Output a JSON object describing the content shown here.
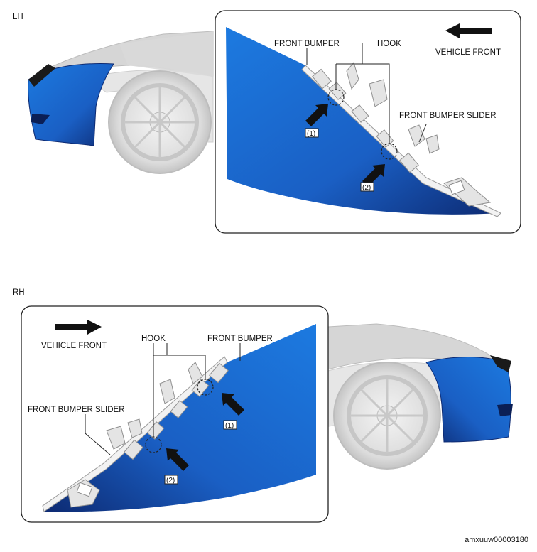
{
  "lh": {
    "section_label": "LH",
    "front_bumper": "FRONT BUMPER",
    "hook": "HOOK",
    "vehicle_front": "VEHICLE FRONT",
    "front_bumper_slider": "FRONT BUMPER SLIDER",
    "callout_1": "(1)",
    "callout_2": "(2)"
  },
  "rh": {
    "section_label": "RH",
    "front_bumper": "FRONT BUMPER",
    "hook": "HOOK",
    "vehicle_front": "VEHICLE FRONT",
    "front_bumper_slider": "FRONT BUMPER SLIDER",
    "callout_1": "(1)",
    "callout_2": "(2)"
  },
  "figure_id": "amxuuw00003180",
  "colors": {
    "bumper_blue": "#1e6fd0",
    "bumper_dark": "#0f2f7a",
    "car_gray": "#d9d9d9",
    "line": "#222222"
  }
}
